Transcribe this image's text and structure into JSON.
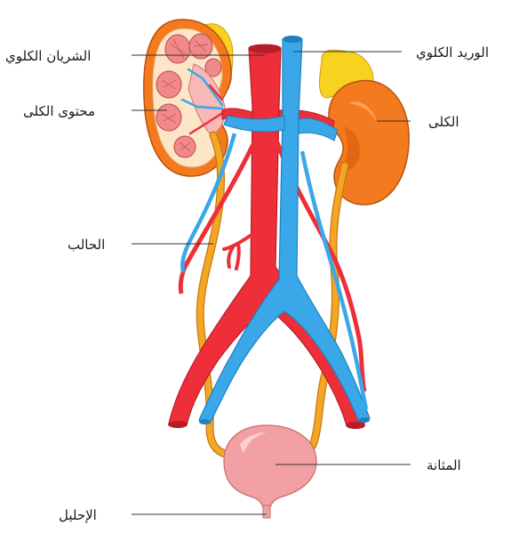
{
  "labels": {
    "renal_artery": "الشريان الكلوي",
    "renal_vein": "الوريد الكلوي",
    "kidney_content": "محتوى الكلى",
    "kidney": "الكلى",
    "ureter": "الحالب",
    "bladder": "المثانة",
    "urethra": "الإحليل"
  },
  "colors": {
    "artery": "#ee2f3a",
    "artery_dark": "#b81c28",
    "vein": "#3aa8e8",
    "vein_dark": "#1e7fc0",
    "kidney": "#f47a1f",
    "kidney_dark": "#d85f10",
    "adrenal": "#f7d21e",
    "ureter": "#f5a623",
    "bladder": "#f3a0a4",
    "medulla": "#f08a8a"
  }
}
